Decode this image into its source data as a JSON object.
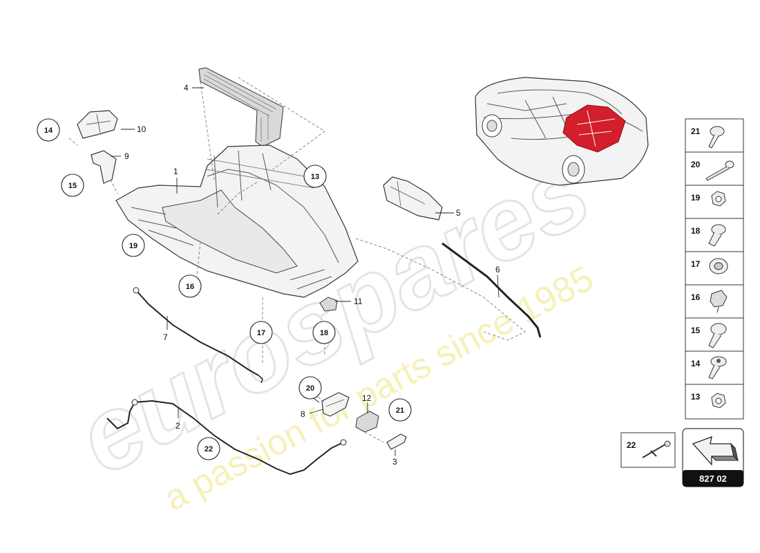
{
  "watermark": {
    "logo": "eurospares",
    "tagline": "a passion for parts since 1985"
  },
  "callouts": {
    "c13": "13",
    "c14": "14",
    "c15": "15",
    "c16": "16",
    "c17": "17",
    "c18": "18",
    "c19": "19",
    "c20": "20",
    "c21": "21",
    "c22": "22"
  },
  "labels": {
    "l1": "1",
    "l2": "2",
    "l3": "3",
    "l4": "4",
    "l5": "5",
    "l6": "6",
    "l7": "7",
    "l8": "8",
    "l9": "9",
    "l10": "10",
    "l11": "11",
    "l12": "12"
  },
  "legend": {
    "items": [
      "21",
      "20",
      "19",
      "18",
      "17",
      "16",
      "15",
      "14",
      "13"
    ],
    "extra_item": "22"
  },
  "reference_number": "827 02",
  "colors": {
    "highlight": "#d21f2b",
    "watermark": "#e6e6e6",
    "tagline": "#f4f0b0"
  }
}
